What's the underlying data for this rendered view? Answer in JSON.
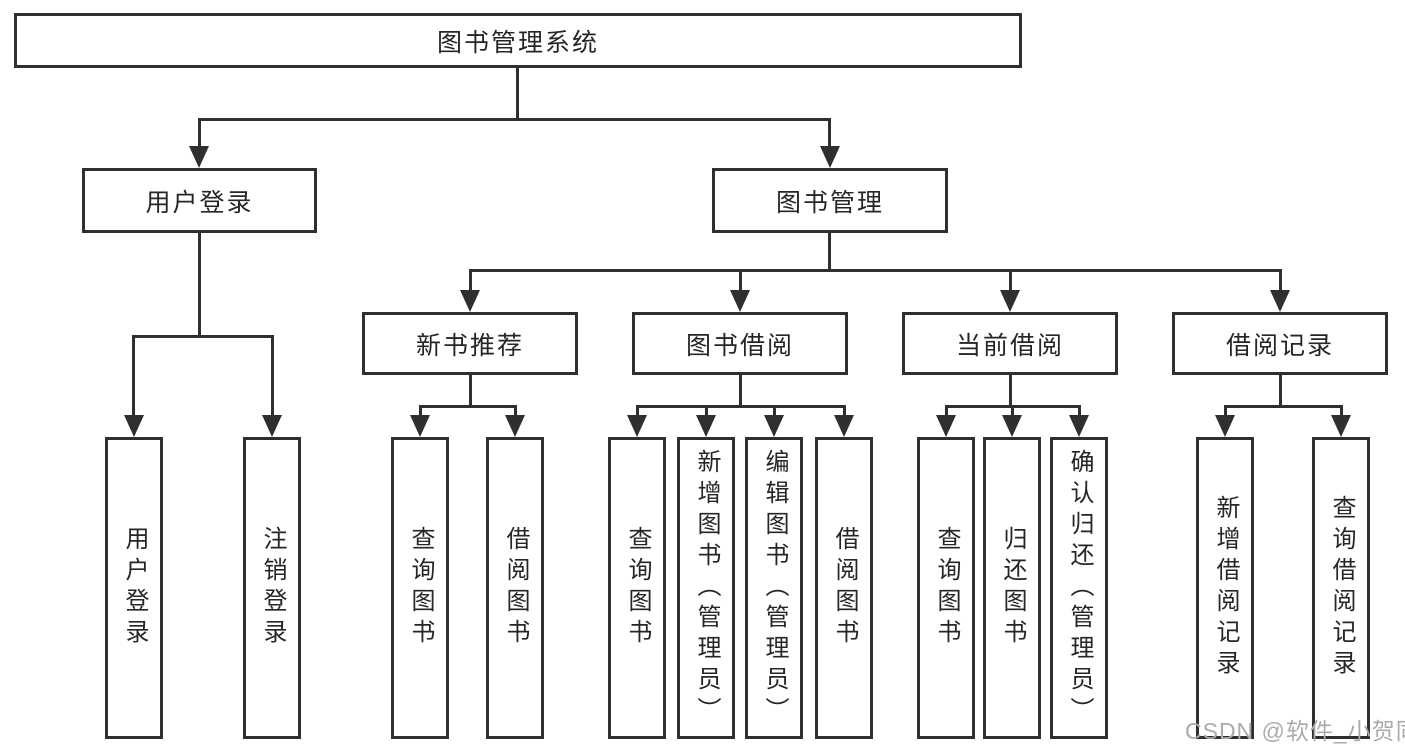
{
  "colors": {
    "line": "#2f2f2f",
    "box_border": "#2f2f2f",
    "box_background": "#ffffff",
    "text": "#262626",
    "watermark": "#ababab"
  },
  "tree": {
    "root": {
      "label": "图书管理系统"
    },
    "branches": [
      {
        "label": "用户登录",
        "children": [
          {
            "label": "用户登录"
          },
          {
            "label": "注销登录"
          }
        ]
      },
      {
        "label": "图书管理",
        "children": [
          {
            "label": "新书推荐",
            "children": [
              {
                "label": "查询图书"
              },
              {
                "label": "借阅图书"
              }
            ]
          },
          {
            "label": "图书借阅",
            "children": [
              {
                "label": "查询图书"
              },
              {
                "label": "新增图书（管理员）"
              },
              {
                "label": "编辑图书（管理员）"
              },
              {
                "label": "借阅图书"
              }
            ]
          },
          {
            "label": "当前借阅",
            "children": [
              {
                "label": "查询图书"
              },
              {
                "label": "归还图书"
              },
              {
                "label": "确认归还（管理员）"
              }
            ]
          },
          {
            "label": "借阅记录",
            "children": [
              {
                "label": "新增借阅记录"
              },
              {
                "label": "查询借阅记录"
              }
            ]
          }
        ]
      }
    ]
  },
  "watermark": {
    "text": "CSDN @软件_小贺同学"
  }
}
